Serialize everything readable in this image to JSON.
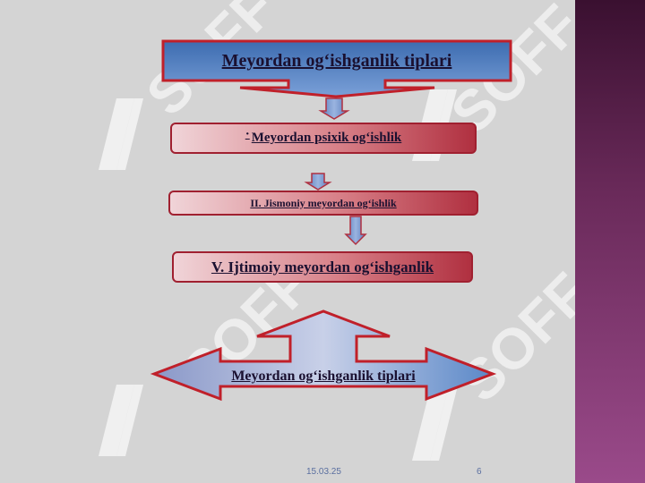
{
  "slide": {
    "title": "Meyordan og‘ishganlik tiplari",
    "step1": "Meyordan psixik og‘ishlik",
    "step1_bullet": "·",
    "step2": "II. Jismoniy meyordan og‘ishlik",
    "step3": "V. Ijtimoiy meyordan og‘ishganlik",
    "bottom_label": "Meyordan og‘ishganlik tiplari",
    "watermark": "SOFF",
    "date": "15.03.25",
    "page_number": "6"
  },
  "colors": {
    "title_fill": "#4f7fbf",
    "title_border": "#c0202a",
    "box_fill_dark": "#b03040",
    "arrow_fill": "#6a8cc8",
    "sidebar": "#6a2a5a"
  }
}
